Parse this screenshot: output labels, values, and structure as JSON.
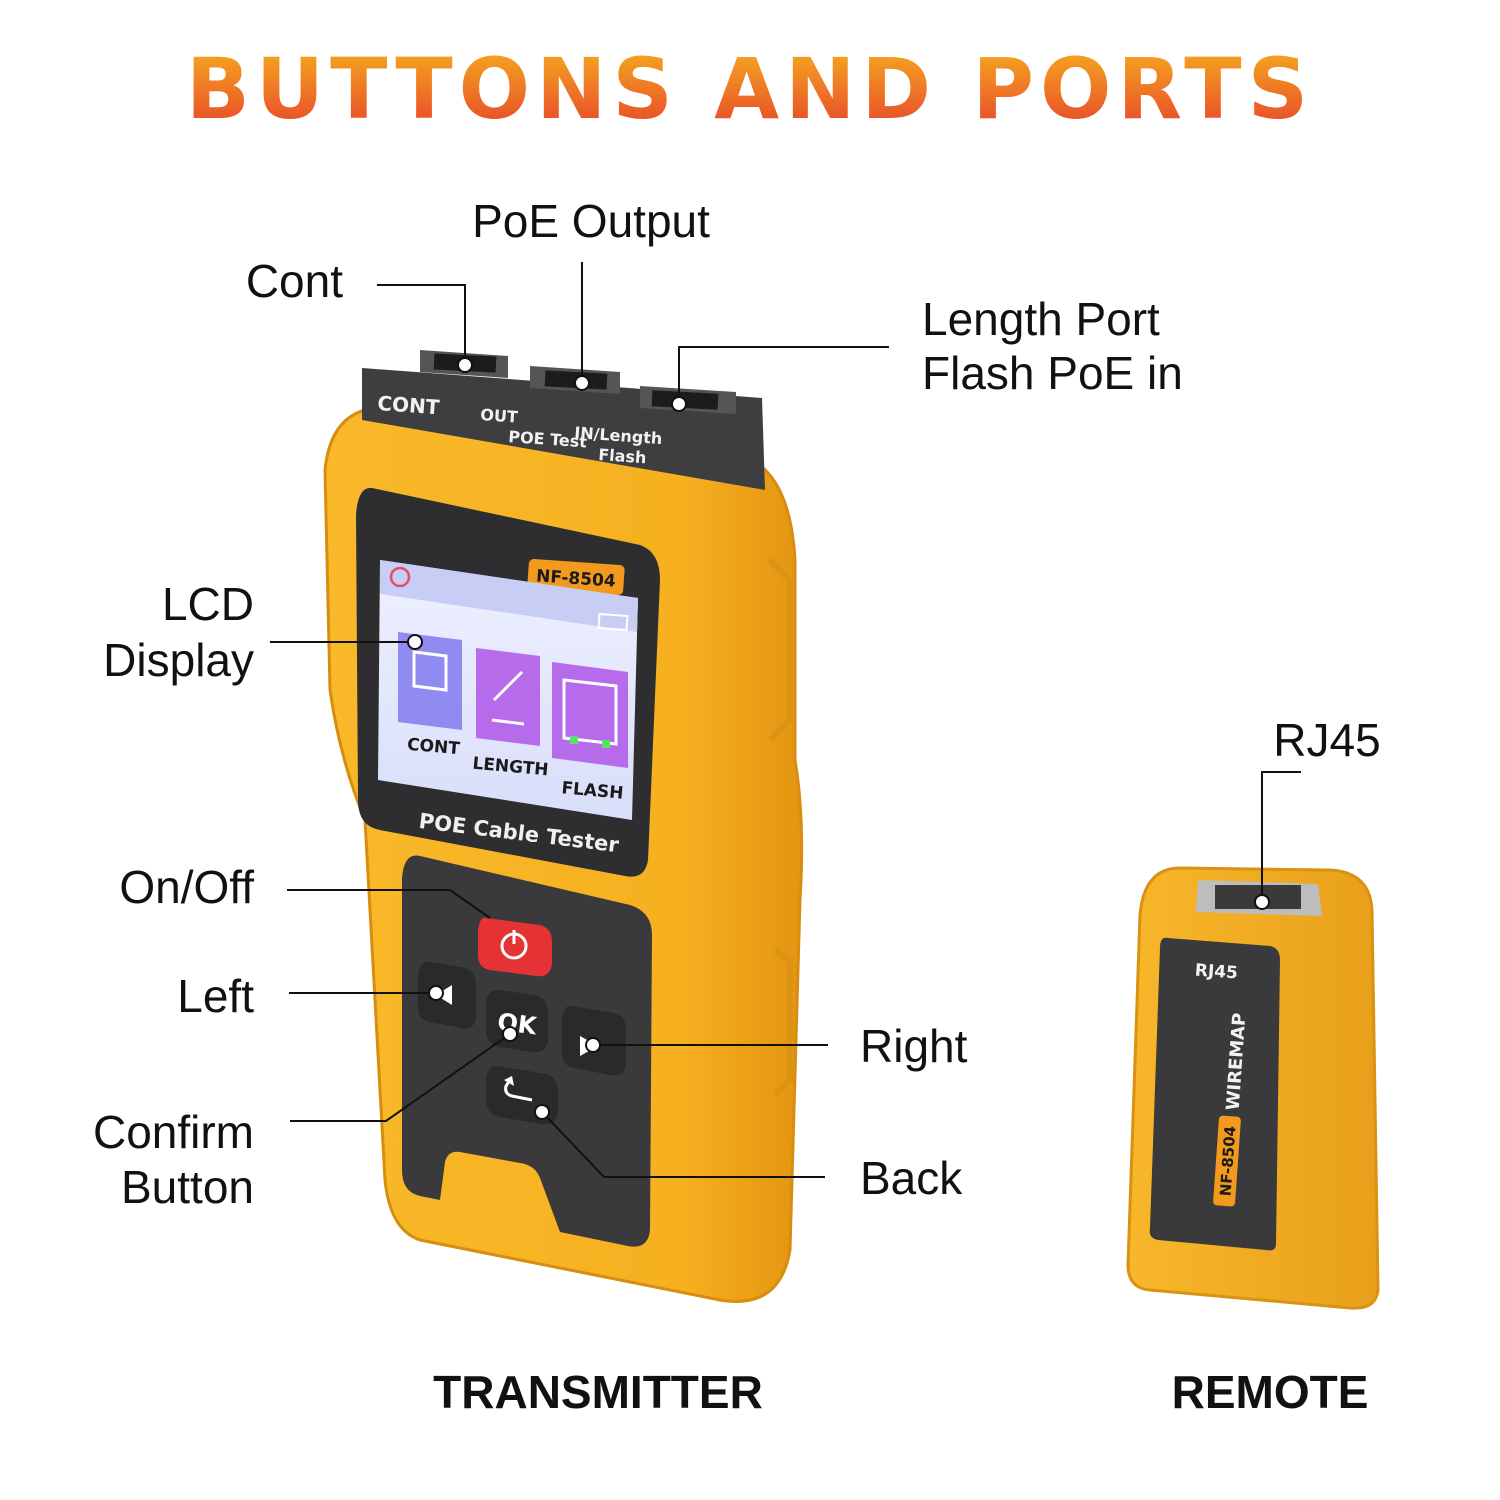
{
  "title": "BUTTONS AND PORTS",
  "colors": {
    "title_top": "#F2A520",
    "title_bottom": "#E8442A",
    "device_body": "#F6B324",
    "device_edge": "#E89A14",
    "panel_dark": "#3C3C3C",
    "power_button": "#E53335",
    "orange_badge": "#F39A1E"
  },
  "callouts": {
    "cont": "Cont",
    "poe_output": "PoE Output",
    "length_port_line1": "Length Port",
    "length_port_line2": "Flash PoE in",
    "lcd_line1": "LCD",
    "lcd_line2": "Display",
    "on_off": "On/Off",
    "left": "Left",
    "confirm_line1": "Confirm",
    "confirm_line2": "Button",
    "right": "Right",
    "back": "Back",
    "rj45": "RJ45"
  },
  "device": {
    "port_cont": "CONT",
    "port_out": "OUT",
    "port_poe_test": "POE Test",
    "port_in_length": "IN/Length",
    "port_flash": "Flash",
    "model_badge": "NF-8504",
    "screen_menu": [
      "CONT",
      "LENGTH",
      "FLASH"
    ],
    "product_name": "POE Cable Tester",
    "ok_label": "OK"
  },
  "remote": {
    "port_label": "RJ45",
    "side_label": "WIREMAP",
    "model_badge": "NF-8504"
  },
  "captions": {
    "transmitter": "TRANSMITTER",
    "remote": "REMOTE"
  }
}
